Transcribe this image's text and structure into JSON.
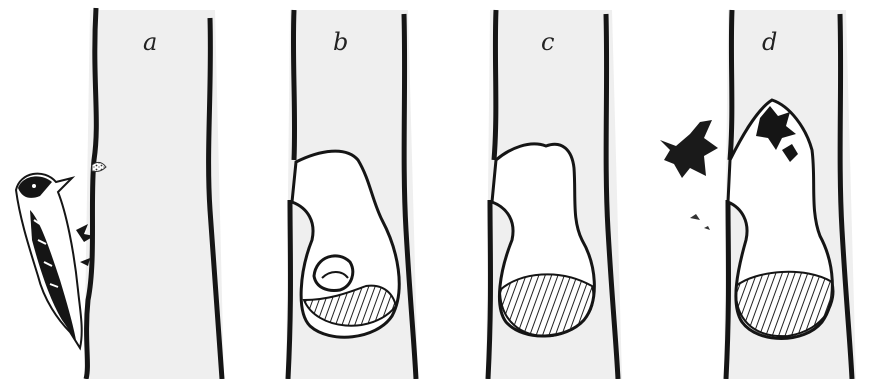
{
  "panels": [
    {
      "label": "a"
    },
    {
      "label": "b"
    },
    {
      "label": "c"
    },
    {
      "label": "d"
    }
  ],
  "colors": {
    "background": "#ffffff",
    "trunk_fill": "#efefef",
    "ink": "#151515",
    "nest_fill": "#3a3a3a"
  },
  "icons": [
    "woodpecker-icon",
    "starling-icon"
  ]
}
